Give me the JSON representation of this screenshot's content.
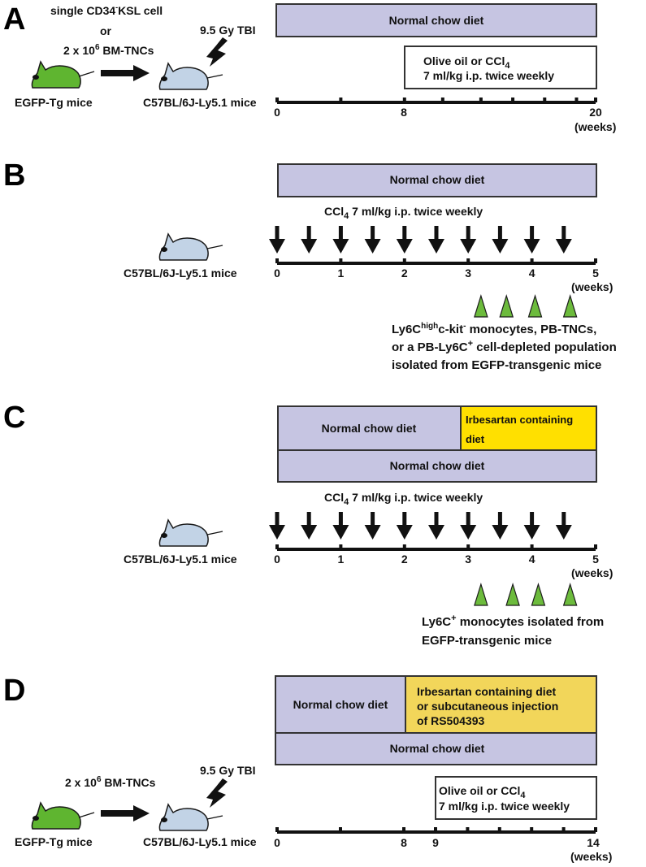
{
  "colors": {
    "normal_chow": "#c6c5e2",
    "irbesartan_C": "#ffe000",
    "irbesartan_D": "#f2d65a",
    "egfp_mouse": "#5fb530",
    "recipient_mouse": "#c2d3e6",
    "monocyte_triangle": "#6cbb3c"
  },
  "panels": {
    "A": {
      "letter": "A",
      "donor_cells_line1": "single CD34",
      "donor_cells_sup1": "-",
      "donor_cells_line1b": "KSL cell",
      "donor_cells_or": "or",
      "donor_cells_line3": "2 x 10",
      "donor_cells_sup3": "6",
      "donor_cells_line3b": " BM-TNCs",
      "irradiation": "9.5 Gy TBI",
      "donor_label": "EGFP-Tg mice",
      "recipient_label": "C57BL/6J-Ly5.1 mice",
      "diet_box": "Normal chow diet",
      "treatment_line1": "Olive oil or CCl",
      "treatment_sub": "4",
      "treatment_line2": "7 ml/kg i.p. twice weekly",
      "axis": {
        "min": 0,
        "max": 20,
        "labels": [
          "0",
          "8",
          "20"
        ],
        "unit": "(weeks)"
      }
    },
    "B": {
      "letter": "B",
      "recipient_label": "C57BL/6J-Ly5.1 mice",
      "diet_box": "Normal chow diet",
      "injection_label_pre": "CCl",
      "injection_label_sub": "4",
      "injection_label_post": " 7 ml/kg i.p. twice weekly",
      "injection_times_weeks": [
        0,
        0.5,
        1,
        1.5,
        2,
        2.5,
        3,
        3.5,
        4,
        4.5
      ],
      "transfer_times_weeks": [
        3.2,
        3.6,
        4.05,
        4.6
      ],
      "axis": {
        "min": 0,
        "max": 5,
        "labels": [
          "0",
          "1",
          "2",
          "3",
          "4",
          "5"
        ],
        "unit": "(weeks)"
      },
      "transfer_line1_a": "Ly6C",
      "transfer_line1_sup": "high",
      "transfer_line1_b": "c-kit",
      "transfer_line1_sup2": "-",
      "transfer_line1_c": " monocytes, PB-TNCs,",
      "transfer_line2_a": "or a PB-Ly6C",
      "transfer_line2_sup": "+",
      "transfer_line2_b": " cell-depleted population",
      "transfer_line3": "isolated from EGFP-transgenic mice"
    },
    "C": {
      "letter": "C",
      "recipient_label": "C57BL/6J-Ly5.1 mice",
      "diet_top_left": "Normal chow diet",
      "diet_top_right_line1": "Irbesartan containing",
      "diet_top_right_line2": "diet",
      "diet_bottom": "Normal chow diet",
      "injection_label_pre": "CCl",
      "injection_label_sub": "4",
      "injection_label_post": " 7 ml/kg i.p. twice weekly",
      "injection_times_weeks": [
        0,
        0.5,
        1,
        1.5,
        2,
        2.5,
        3,
        3.5,
        4,
        4.5
      ],
      "transfer_times_weeks": [
        3.2,
        3.7,
        4.1,
        4.6
      ],
      "axis": {
        "min": 0,
        "max": 5,
        "labels": [
          "0",
          "1",
          "2",
          "3",
          "4",
          "5"
        ],
        "unit": "(weeks)"
      },
      "transfer_line1_a": "Ly6C",
      "transfer_line1_sup": "+",
      "transfer_line1_b": " monocytes isolated from",
      "transfer_line2": "EGFP-transgenic mice"
    },
    "D": {
      "letter": "D",
      "donor_cells": "2 x 10",
      "donor_cells_sup": "6",
      "donor_cells_b": " BM-TNCs",
      "irradiation": "9.5 Gy TBI",
      "donor_label": "EGFP-Tg mice",
      "recipient_label": "C57BL/6J-Ly5.1 mice",
      "diet_top_left": "Normal chow diet",
      "diet_top_right_line1": "Irbesartan containing diet",
      "diet_top_right_line2": "or subcutaneous injection",
      "diet_top_right_line3": "of RS504393",
      "diet_bottom": "Normal chow diet",
      "treatment_line1": "Olive oil or CCl",
      "treatment_sub": "4",
      "treatment_line2": "7 ml/kg i.p. twice weekly",
      "axis": {
        "min": 0,
        "max": 14,
        "labels": [
          "0",
          "8",
          "9",
          "14"
        ],
        "unit": "(weeks)"
      }
    }
  }
}
